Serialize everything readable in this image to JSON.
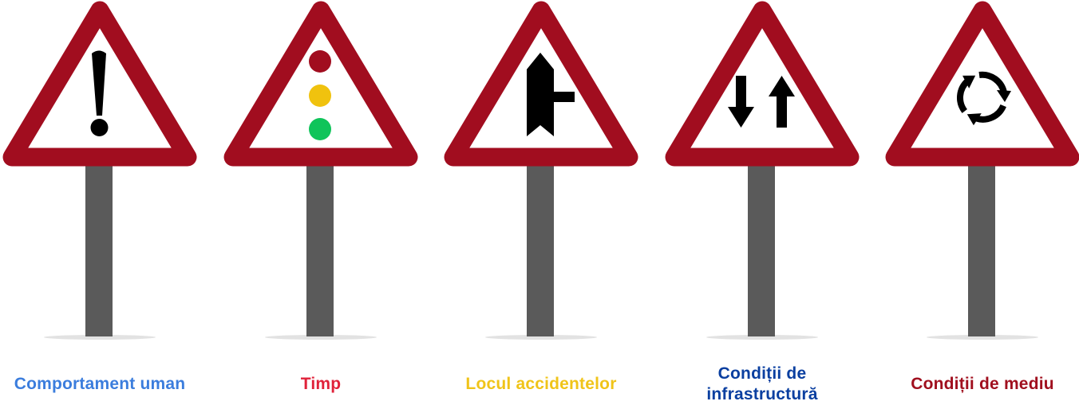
{
  "signs": [
    {
      "id": "comportament",
      "icon": "exclamation-icon",
      "label": "Comportament uman",
      "label_color": "#3b7ddd"
    },
    {
      "id": "timp",
      "icon": "traffic-light-icon",
      "label": "Timp",
      "label_color": "#e0223a"
    },
    {
      "id": "locul",
      "icon": "side-road-junction-icon",
      "label": "Locul accidentelor",
      "label_color": "#f0c419"
    },
    {
      "id": "infrastructura",
      "icon": "two-way-traffic-icon",
      "label": "Condiții de infrastructură",
      "label_color": "#0a3fa0"
    },
    {
      "id": "mediu",
      "icon": "roundabout-icon",
      "label": "Condiții de mediu",
      "label_color": "#a00f1e"
    }
  ],
  "colors": {
    "sign_border": "#a10d1f",
    "sign_face": "#ffffff",
    "post": "#5a5a5a",
    "symbol": "#000000",
    "light_red": "#a10d1f",
    "light_yellow": "#f0c20e",
    "light_green": "#0fc45a"
  }
}
